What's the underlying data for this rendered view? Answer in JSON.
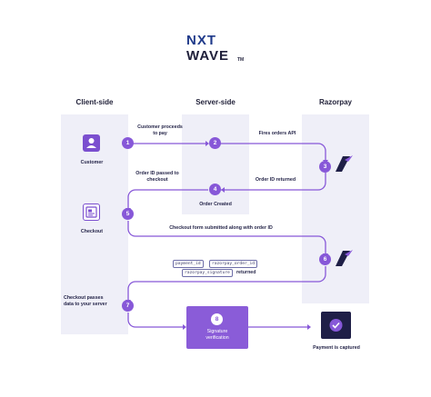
{
  "logo": {
    "line1": "NXT",
    "line2": "WAVE",
    "trademark": "TM"
  },
  "lanes": {
    "client": "Client-side",
    "server": "Server-side",
    "razorpay": "Razorpay"
  },
  "actors": {
    "customer": "Customer",
    "checkout": "Checkout",
    "payment_captured": "Payment is captured"
  },
  "steps": [
    "1",
    "2",
    "3",
    "4",
    "5",
    "6",
    "7",
    "8"
  ],
  "labels": {
    "customer_proceeds": "Customer proceeds to pay",
    "fires_orders_api": "Fires orders API",
    "order_id_returned": "Order ID returned",
    "order_id_passed": "Order ID passed to checkout",
    "order_created": "Order Created",
    "form_submitted": "Checkout form submitted along with order ID",
    "returned": "returned",
    "checkout_passes": "Checkout passes data to your server",
    "signature_verification": "Signature verification"
  },
  "chips": [
    "payment_id",
    "razorpay_order_id",
    "razorpay_signature"
  ],
  "colors": {
    "accent": "#8758d8",
    "lane": "#efeff8",
    "dark": "#1f1f47"
  }
}
